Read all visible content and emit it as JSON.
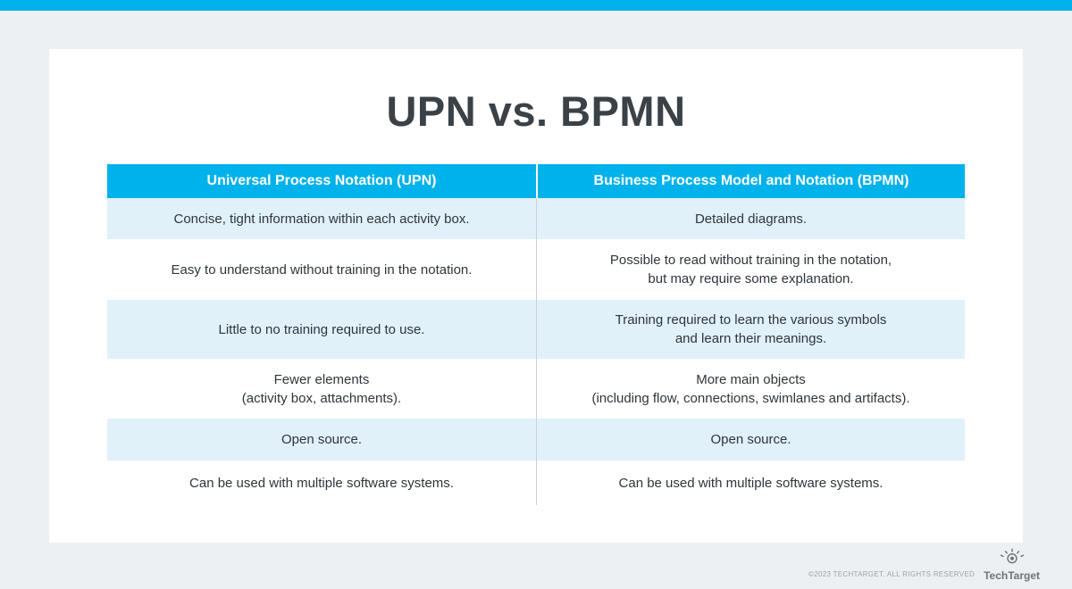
{
  "chart_data": {
    "type": "table",
    "title": "UPN vs. BPMN",
    "columns": [
      "Universal Process Notation (UPN)",
      "Business Process Model and Notation (BPMN)"
    ],
    "rows": [
      [
        "Concise, tight information within each activity box.",
        "Detailed diagrams."
      ],
      [
        "Easy to understand without training in the notation.",
        "Possible to read without training in the notation,\nbut may require some explanation."
      ],
      [
        "Little to no training required to use.",
        "Training required to learn the various symbols\nand learn their meanings."
      ],
      [
        "Fewer elements\n(activity box, attachments).",
        "More main objects\n(including flow, connections, swimlanes and artifacts)."
      ],
      [
        "Open source.",
        "Open source."
      ],
      [
        "Can be used with multiple software systems.",
        "Can be used with multiple software systems."
      ]
    ],
    "layout_hints": {
      "header_style": "cyan band, white bold text",
      "row_striping": "alternating light blue / white",
      "title_position": "top center"
    }
  },
  "footer": {
    "copyright": "©2023 TECHTARGET. ALL RIGHTS RESERVED",
    "brand": "TechTarget"
  },
  "colors": {
    "accent_cyan": "#00b2eb",
    "row_alt_blue": "#e0f1fa",
    "background_gray": "#edf0f3",
    "title_text": "#3a4147",
    "body_text": "#2f353b"
  }
}
